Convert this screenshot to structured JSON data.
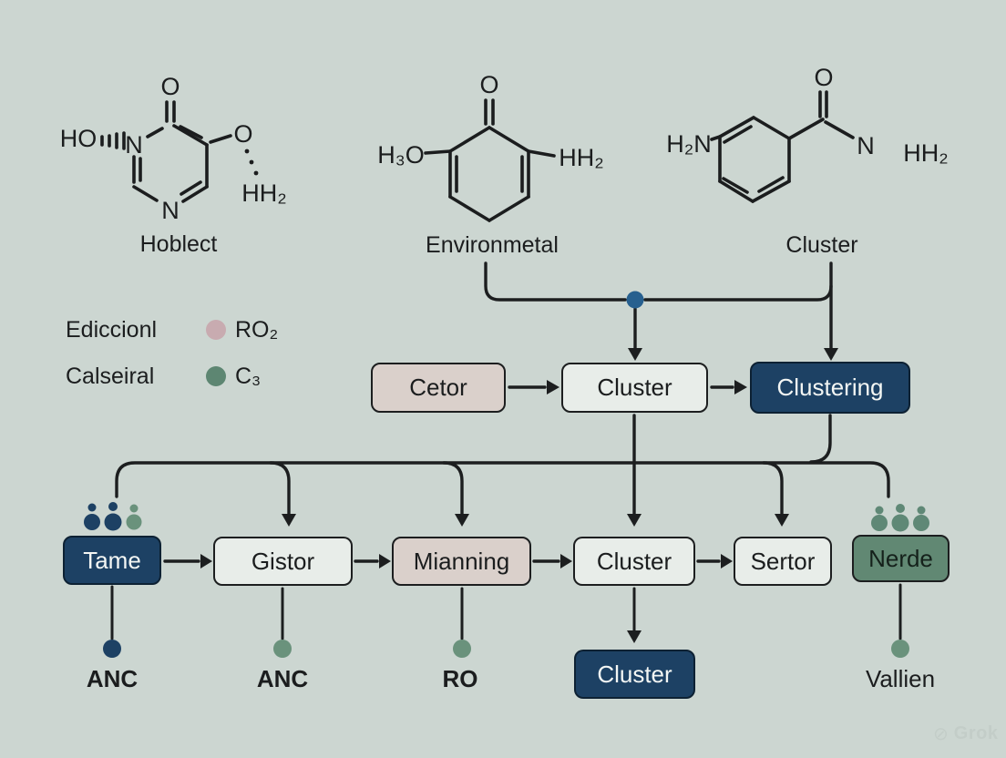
{
  "colors": {
    "background": "#ccd6d1",
    "line": "#1c1e1f",
    "navy": "#1d4164",
    "light_box": "#e8ede9",
    "pink_box": "#dad0cb",
    "green_box": "#618873",
    "legend_pink_dot": "#c8abb0",
    "legend_green_dot": "#5d8672",
    "junction_blue_dot": "#27608f",
    "dot_navy": "#1d4164",
    "dot_green": "#6a927c"
  },
  "molecules": [
    {
      "label": "Hoblect",
      "atoms": {
        "carbonyl_o": "O",
        "hydroxyl": "HO",
        "ring_n_left": "N",
        "ring_n_bottom": "N",
        "ether_o": "O",
        "amine": "HH₂"
      }
    },
    {
      "label": "Environmetal",
      "atoms": {
        "carbonyl_o": "O",
        "methoxy": "H₃O",
        "amine": "HH₂"
      }
    },
    {
      "label": "Cluster",
      "atoms": {
        "carbonyl_o": "O",
        "amine_left": "H₂N",
        "amide_n": "N",
        "amine_right": "HH₂"
      }
    }
  ],
  "legend": {
    "items": [
      {
        "label": "Ediccionl",
        "value": "RO₂"
      },
      {
        "label": "Calseiral",
        "value": "C₃"
      }
    ]
  },
  "pipeline": {
    "row1": [
      {
        "label": "Cetor"
      },
      {
        "label": "Cluster"
      },
      {
        "label": "Clustering"
      }
    ],
    "row2": [
      {
        "label": "Tame"
      },
      {
        "label": "Gistor"
      },
      {
        "label": "Mianning"
      },
      {
        "label": "Cluster"
      },
      {
        "label": "Sertor"
      },
      {
        "label": "Nerde"
      }
    ],
    "outputs": {
      "tame": "ANC",
      "gistor": "ANC",
      "mianning": "RO",
      "cluster": "Cluster",
      "nerde": "Vallien"
    }
  },
  "watermark": {
    "label": "Grok"
  }
}
